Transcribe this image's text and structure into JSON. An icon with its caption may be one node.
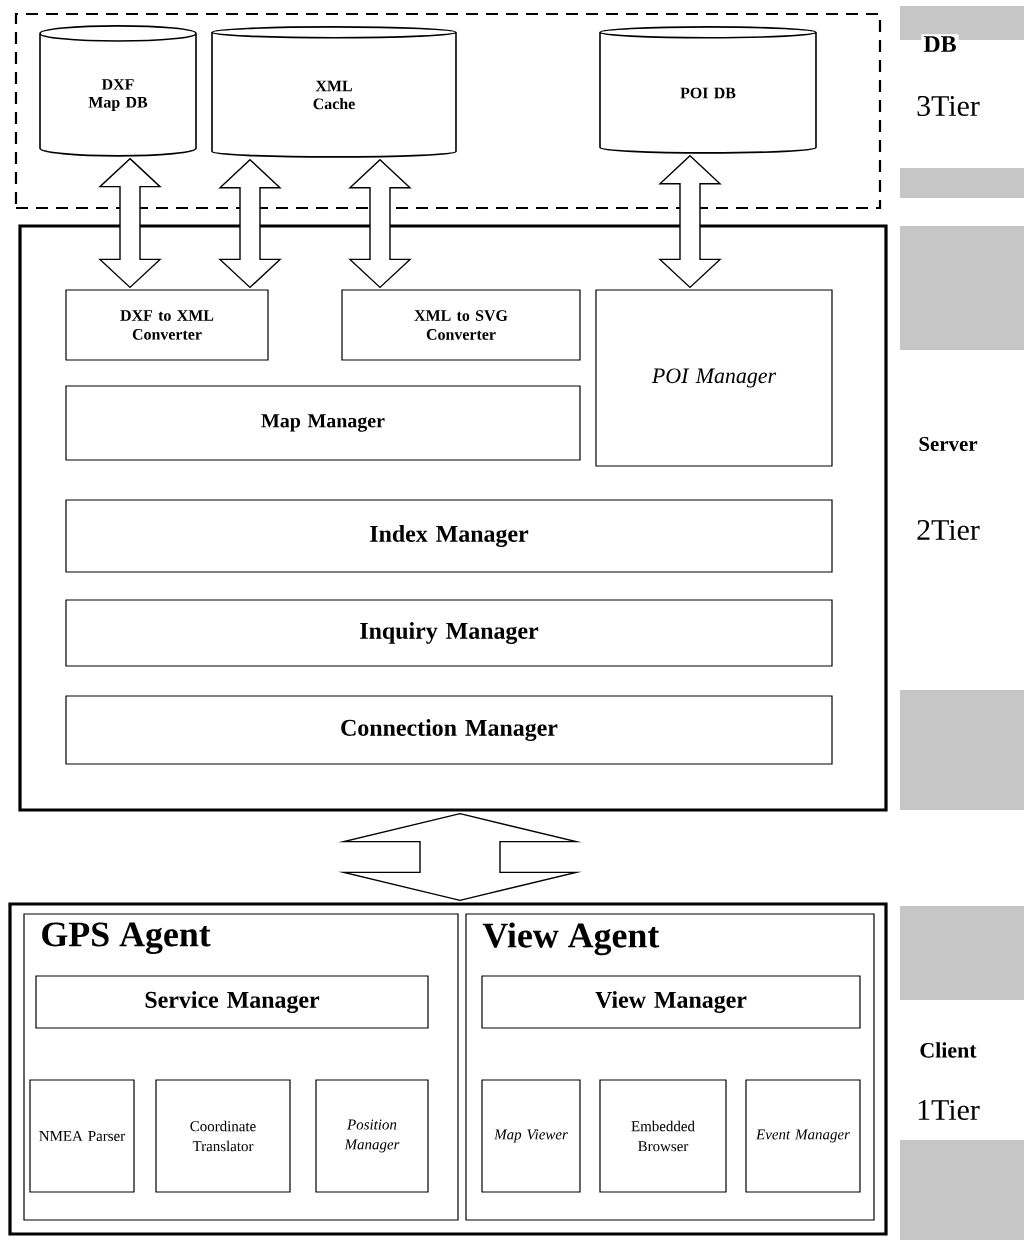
{
  "diagram": {
    "nodes": [
      {
        "text": [],
        "shape": "box"
      },
      {
        "text": [
          "DXF Map DB"
        ],
        "in": 0
      },
      {
        "text": [
          "XML Cache"
        ],
        "in": 0
      },
      {
        "text": [
          "POI DB"
        ],
        "in": 0
      },
      {
        "text": [],
        "shape": "box"
      },
      {
        "text": [
          "DXF to XML Converter"
        ],
        "in": 4
      },
      {
        "text": [
          "XML to SVG Converter"
        ],
        "in": 4
      },
      {
        "text": [
          "POI Manager"
        ],
        "in": 4
      },
      {
        "text": [
          "Map Manager"
        ],
        "in": 4
      },
      {
        "text": [
          "Index Manager"
        ],
        "in": 4
      },
      {
        "text": [
          "Inquiry Manager"
        ],
        "in": 4
      },
      {
        "text": [
          "Connection Manager"
        ],
        "in": 4
      },
      {
        "text": [],
        "shape": "box"
      },
      {
        "text": [
          "GPS Agent"
        ],
        "in": 12
      },
      {
        "text": [
          "Service Manager"
        ],
        "in": 13
      },
      {
        "text": [
          "NMEA Parser"
        ],
        "in": 13
      },
      {
        "text": [
          "Coordinate Translator"
        ],
        "in": 13
      },
      {
        "text": [
          "Position Manager"
        ],
        "in": 13
      },
      {
        "text": [
          "View Agent"
        ],
        "in": 12
      },
      {
        "text": [
          "View Manager"
        ],
        "in": 18
      },
      {
        "text": [
          "Map Viewer"
        ],
        "in": 18
      },
      {
        "text": [
          "Embedded Browser"
        ],
        "in": 18
      },
      {
        "text": [
          "Event Manager"
        ],
        "in": 18
      }
    ],
    "edges": [
      {
        "from": 1,
        "to": 5,
        "arrow": "both"
      },
      {
        "from": 2,
        "to": 5,
        "arrow": "both"
      },
      {
        "from": 2,
        "to": 6,
        "arrow": "both"
      },
      {
        "from": 3,
        "to": 7,
        "arrow": "both"
      },
      {
        "from": 4,
        "to": 12,
        "arrow": "both"
      }
    ],
    "labels": [
      "DB",
      "3Tier",
      "Server",
      "2Tier",
      "Client",
      "1Tier"
    ]
  }
}
